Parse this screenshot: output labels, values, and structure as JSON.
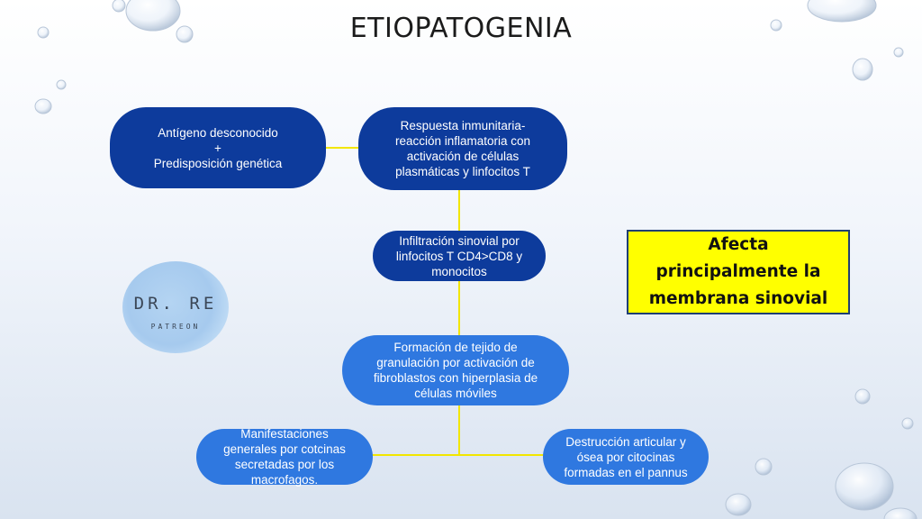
{
  "title": "ETIOPATOGENIA",
  "nodes": {
    "antigen": "Antígeno desconocido\n+\nPredisposición genética",
    "immune_response": "Respuesta inmunitaria-\nreacción inflamatoria con\nactivación de células\nplasmáticas y linfocitos T",
    "infiltration": "Infiltración sinovial por\nlinfocitos T CD4>CD8 y\nmonocitos",
    "granulation": "Formación de tejido de\ngranulación por activación de\nfibroblastos con hiperplasia de\ncélulas móviles",
    "manifestations": "Manifestaciones\ngenerales por cotcinas\nsecretadas por los\nmacrofagos.",
    "destruction": "Destrucción articular y\nósea por citocinas\nformadas en el pannus"
  },
  "callout": "Afecta\nprincipalmente la\nmembrana sinovial",
  "logo": {
    "main": "DR. RE",
    "sub": "PATREON"
  },
  "colors": {
    "node_dark": "#0d3b9c",
    "node_light": "#2f78e0",
    "connector": "#f2e600",
    "callout_bg": "#ffff00",
    "callout_border": "#1f3f73"
  }
}
